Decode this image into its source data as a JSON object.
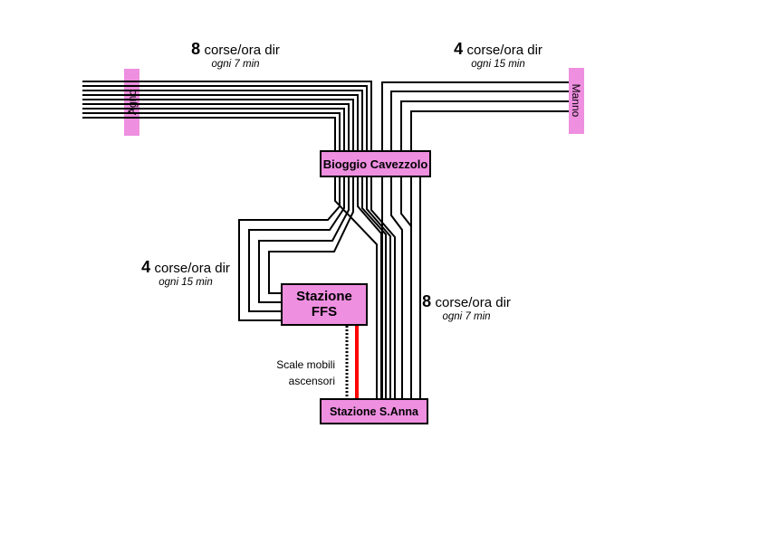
{
  "stations": {
    "bioggio": "Bioggio Cavezzolo",
    "ffs_line1": "Stazione",
    "ffs_line2": "FFS",
    "santanna": "Stazione S.Anna"
  },
  "terminals": {
    "agno": "Agno",
    "manno": "Manno"
  },
  "frequencies": {
    "agno_branch": {
      "count": "8",
      "text": "corse/ora dir",
      "interval": "ogni 7 min"
    },
    "manno_branch": {
      "count": "4",
      "text": "corse/ora dir",
      "interval": "ogni 15 min"
    },
    "ffs_branch": {
      "count": "4",
      "text": "corse/ora dir",
      "interval": "ogni 15 min"
    },
    "santanna_branch": {
      "count": "8",
      "text": "corse/ora dir",
      "interval": "ogni 7 min"
    }
  },
  "access": {
    "line1": "Scale mobili",
    "line2": "ascensori"
  },
  "colors": {
    "station_fill": "#ee8fe0",
    "track": "#000000",
    "elevator_line": "#ff0000"
  }
}
